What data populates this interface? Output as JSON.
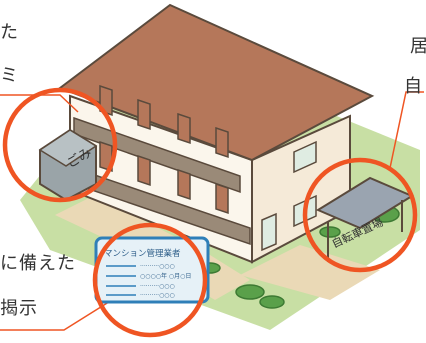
{
  "callouts": {
    "left_top": [
      "た",
      "ミ"
    ],
    "right_top": [
      "居",
      "自"
    ],
    "left_bottom": [
      "に備えた",
      "揭示"
    ]
  },
  "signs": {
    "garbage": "ごみ",
    "board_title": "マンション管理業者",
    "board_rows": [
      "··········○○○",
      "○○○○年 ○月○日",
      "··········○○○",
      "··········○○○"
    ],
    "bike": "自転車置場"
  },
  "colors": {
    "accent_circle": "#ef5523",
    "roof": "#b5775a",
    "wall": "#fbf6ec",
    "trim": "#a88a6a",
    "balcony": "#9a8a78",
    "grass": "#c8dfa4",
    "hedge": "#5aa04a",
    "path": "#ead9b6",
    "board_fill": "#e6f1f7",
    "board_frame": "#2f7fb8"
  }
}
